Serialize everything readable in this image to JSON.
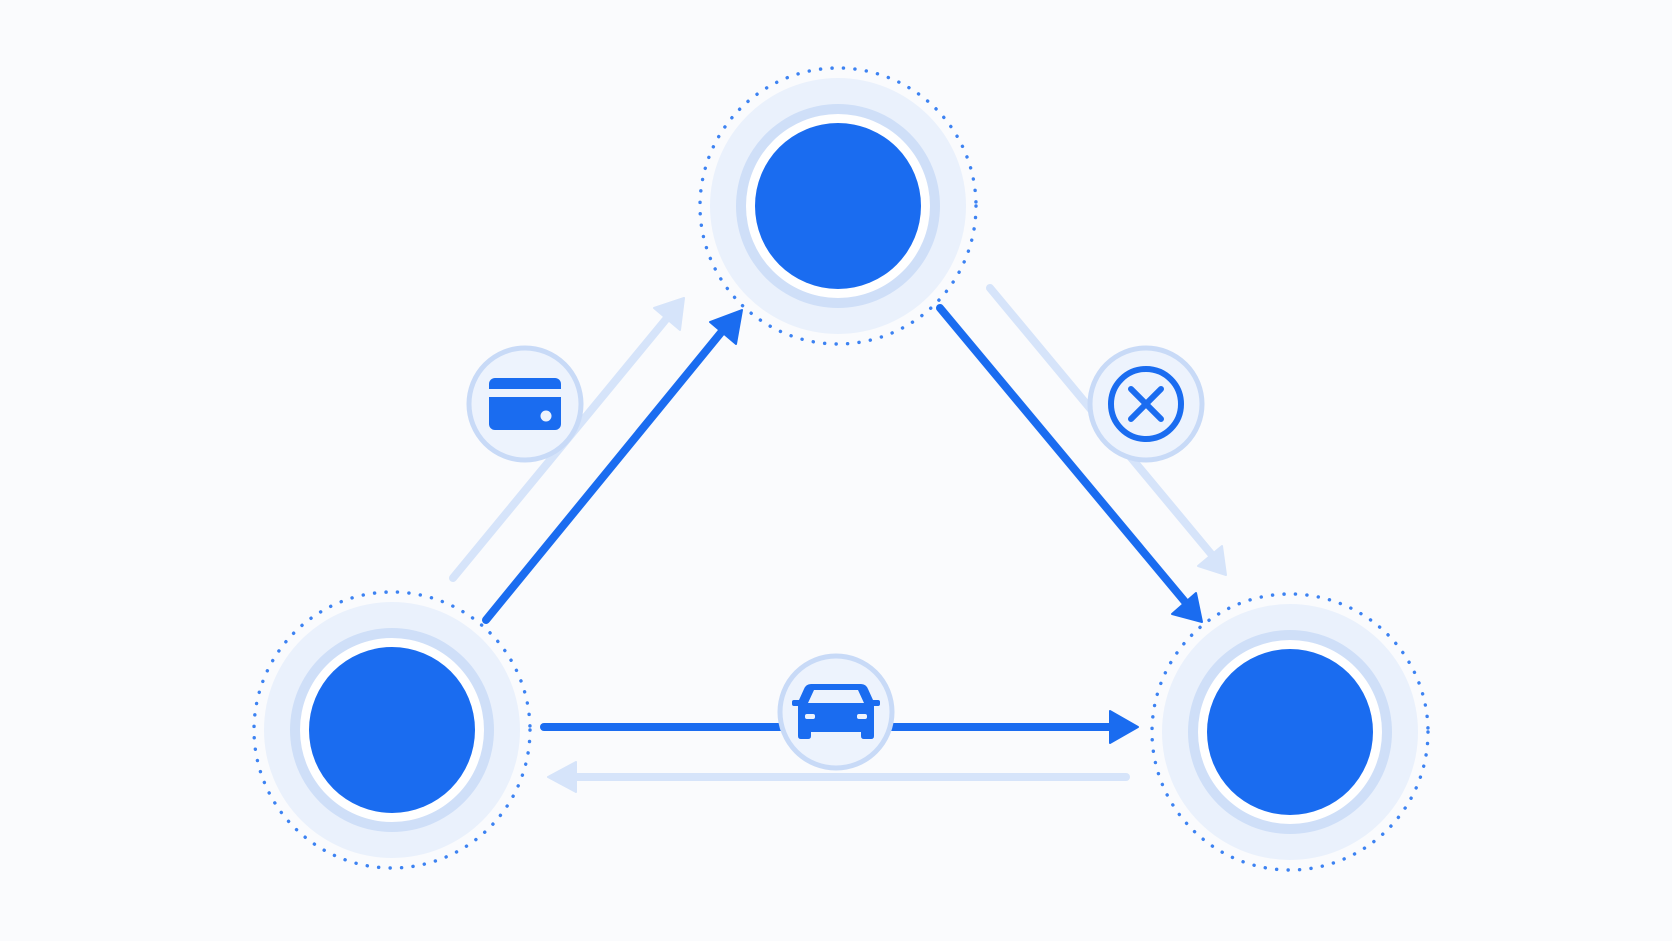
{
  "colors": {
    "background": "#fafbfd",
    "primary": "#1a6cf0",
    "faint": "#d6e4fa",
    "halo": "#eaf1fc",
    "ring": "#cfdff8",
    "icon_disc": "#edf3fd",
    "icon_ring": "#c8daf7"
  },
  "nodes": [
    {
      "id": "top",
      "name": "node-top"
    },
    {
      "id": "left",
      "name": "node-bottom-left"
    },
    {
      "id": "right",
      "name": "node-bottom-right"
    }
  ],
  "edges": [
    {
      "name": "arrow-left-to-top",
      "from": "left",
      "to": "top",
      "style": "primary"
    },
    {
      "name": "arrow-left-to-top-faint",
      "from": "left",
      "to": "top",
      "style": "faint"
    },
    {
      "name": "arrow-top-to-right",
      "from": "top",
      "to": "right",
      "style": "primary"
    },
    {
      "name": "arrow-top-to-right-faint",
      "from": "top",
      "to": "right",
      "style": "faint"
    },
    {
      "name": "arrow-left-to-right",
      "from": "left",
      "to": "right",
      "style": "primary"
    },
    {
      "name": "arrow-right-to-left-faint",
      "from": "right",
      "to": "left",
      "style": "faint"
    }
  ],
  "badges": [
    {
      "name": "credit-card-badge",
      "icon": "credit-card-icon",
      "edge": "left-top"
    },
    {
      "name": "cancel-badge",
      "icon": "close-circle-icon",
      "edge": "top-right"
    },
    {
      "name": "car-badge",
      "icon": "car-icon",
      "edge": "left-right"
    }
  ]
}
